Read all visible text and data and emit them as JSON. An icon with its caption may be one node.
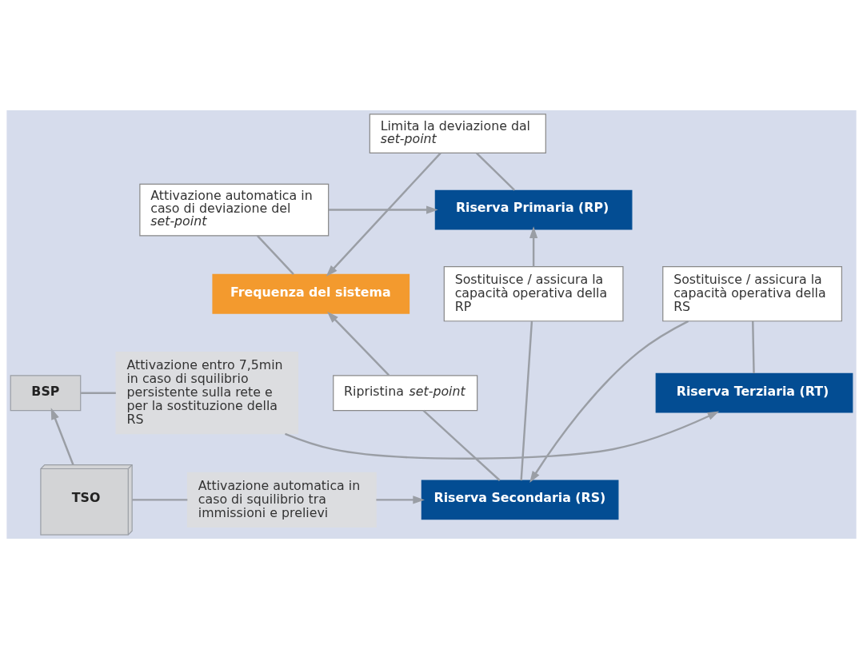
{
  "diagram": {
    "nodes": [
      {
        "text": [
          "Frequenza del sistema"
        ]
      },
      {
        "text": [
          "Attivazione automatica in caso di deviazione del *set-point*"
        ]
      },
      {
        "text": [
          "Limita la deviazione dal *set-point*"
        ]
      },
      {
        "text": [
          "Riserva Primaria (RP)"
        ]
      },
      {
        "text": [
          "Ripristina *set-point*"
        ]
      },
      {
        "text": [
          "Sostituisce / assicura la capacità operativa della RP"
        ]
      },
      {
        "text": [
          "Riserva Secondaria (RS)"
        ]
      },
      {
        "text": [
          "TSO"
        ]
      },
      {
        "text": [
          "Attivazione automatica in caso di squilibrio tra immissioni e prelievi"
        ]
      },
      {
        "text": [
          "BSP"
        ]
      },
      {
        "text": [
          "Attivazione entro 7,5min in caso di squilibrio persistente sulla rete e per la sostituzione della RS"
        ]
      },
      {
        "text": [
          "Riserva Terziaria (RT)"
        ]
      },
      {
        "text": [
          "Sostituisce / assicura la capacità operativa della RS"
        ]
      }
    ],
    "edges": [
      {
        "from": 0,
        "to": 1,
        "arrow": "none"
      },
      {
        "from": 1,
        "to": 3,
        "arrow": "to"
      },
      {
        "from": 3,
        "to": 2,
        "arrow": "none"
      },
      {
        "from": 2,
        "to": 0,
        "arrow": "to"
      },
      {
        "from": 6,
        "to": 4,
        "arrow": "none"
      },
      {
        "from": 4,
        "to": 0,
        "arrow": "to"
      },
      {
        "from": 6,
        "to": 5,
        "arrow": "none"
      },
      {
        "from": 5,
        "to": 3,
        "arrow": "to"
      },
      {
        "from": 7,
        "to": 8,
        "arrow": "none"
      },
      {
        "from": 8,
        "to": 6,
        "arrow": "to"
      },
      {
        "from": 7,
        "to": 9,
        "arrow": "to"
      },
      {
        "from": 9,
        "to": 10,
        "arrow": "none"
      },
      {
        "from": 10,
        "to": 11,
        "arrow": "to"
      },
      {
        "from": 11,
        "to": 12,
        "arrow": "none"
      },
      {
        "from": 12,
        "to": 6,
        "arrow": "to"
      }
    ]
  }
}
